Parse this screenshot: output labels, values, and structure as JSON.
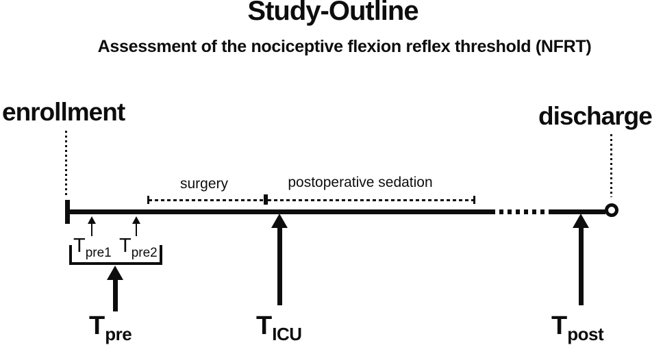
{
  "figure": {
    "title": "Study-Outline",
    "subtitle": "Assessment of the nociceptive flexion reflex threshold (NFRT)"
  },
  "timeline": {
    "start_event": "enrollment",
    "end_event": "discharge",
    "phases": [
      {
        "label": "surgery"
      },
      {
        "label": "postoperative sedation"
      }
    ]
  },
  "timepoints": {
    "tpre1": {
      "base": "T",
      "sub": "pre1"
    },
    "tpre2": {
      "base": "T",
      "sub": "pre2"
    },
    "tpre": {
      "base": "T",
      "sub": "pre"
    },
    "ticu": {
      "base": "T",
      "sub": "ICU"
    },
    "tpost": {
      "base": "T",
      "sub": "post"
    }
  },
  "colors": {
    "ink": "#0d0d0d",
    "background": "#ffffff"
  }
}
